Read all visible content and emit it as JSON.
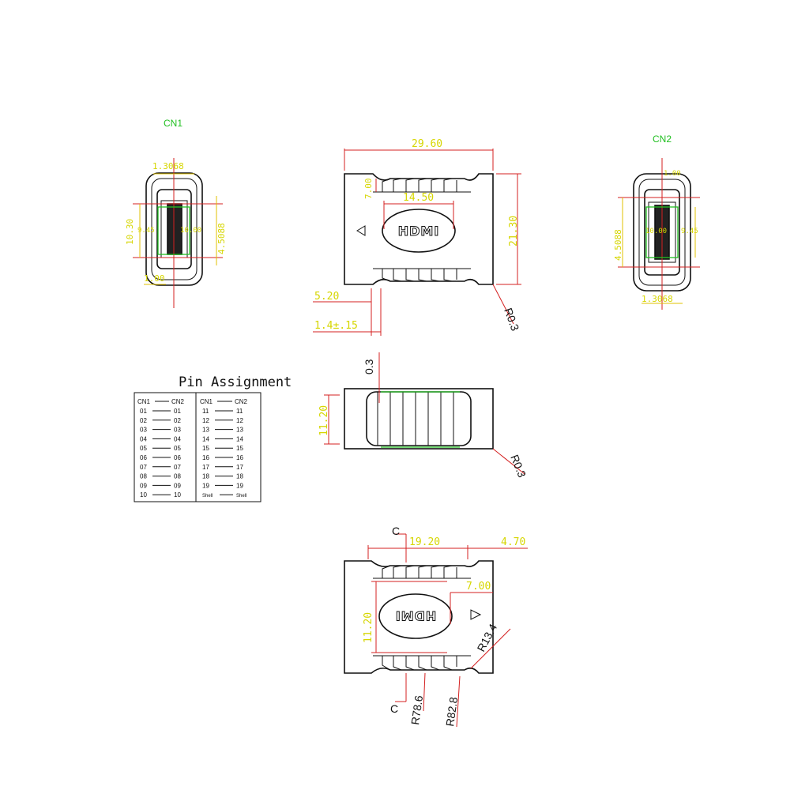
{
  "connectors": {
    "cn1": "CN1",
    "cn2": "CN2"
  },
  "cn1_dims": {
    "top": "1.3068",
    "left": "10.30",
    "left2": "9.45",
    "inner": "10.00",
    "right": "4.5088",
    "bottom": "1.00"
  },
  "cn2_dims": {
    "top": "1.00",
    "left": "4.5088",
    "inner": "10.00",
    "right": "9.45",
    "bottom": "1.3068"
  },
  "top_view": {
    "width": "29.60",
    "height": "21.30",
    "inner_w": "14.50",
    "gap": "7.00",
    "left_off": "5.20",
    "left_off2": "1.4±.15",
    "radius": "R0.3",
    "logo": "HDMI"
  },
  "side_view": {
    "gap": "0.3",
    "height": "11.20",
    "radius": "R0.3"
  },
  "bottom_view": {
    "c_top": "C",
    "c_bottom": "C",
    "width": "19.20",
    "width2": "4.70",
    "offset": "7.00",
    "height": "11.20",
    "r1": "R13.4",
    "r2": "R78.6",
    "r3": "R82.8",
    "logo": "HDMI"
  },
  "pin_table": {
    "title": "Pin Assignment",
    "header_left": [
      "CN1",
      "CN2"
    ],
    "header_right": [
      "CN1",
      "CN2"
    ],
    "left_rows": [
      [
        "01",
        "01"
      ],
      [
        "02",
        "02"
      ],
      [
        "03",
        "03"
      ],
      [
        "04",
        "04"
      ],
      [
        "05",
        "05"
      ],
      [
        "06",
        "06"
      ],
      [
        "07",
        "07"
      ],
      [
        "08",
        "08"
      ],
      [
        "09",
        "09"
      ],
      [
        "10",
        "10"
      ]
    ],
    "right_rows": [
      [
        "11",
        "11"
      ],
      [
        "12",
        "12"
      ],
      [
        "13",
        "13"
      ],
      [
        "14",
        "14"
      ],
      [
        "15",
        "15"
      ],
      [
        "16",
        "16"
      ],
      [
        "17",
        "17"
      ],
      [
        "18",
        "18"
      ],
      [
        "19",
        "19"
      ],
      [
        "Shell",
        "Shell"
      ]
    ]
  }
}
